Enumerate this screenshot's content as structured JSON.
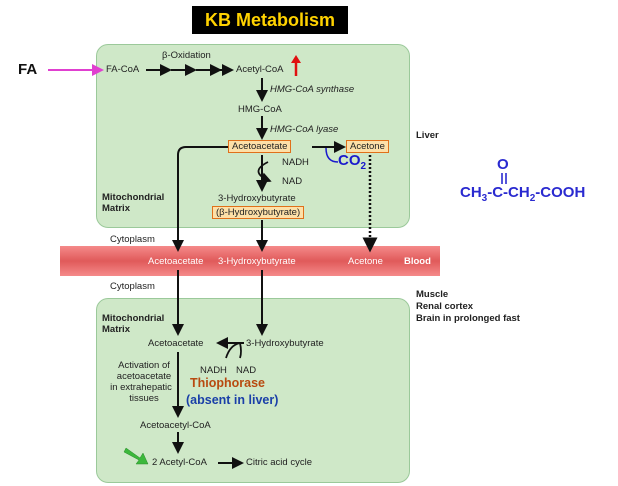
{
  "title": "KB Metabolism",
  "fa": "FA",
  "liver": {
    "fa_coa": "FA-CoA",
    "beta_oxidation": "β-Oxidation",
    "acetyl_coa": "Acetyl-CoA",
    "hmg_synthase": "HMG-CoA synthase",
    "hmg_coa": "HMG-CoA",
    "hmg_lyase": "HMG-CoA lyase",
    "acetoacetate": "Acetoacetate",
    "acetone": "Acetone",
    "co2": "CO",
    "co2_sub": "2",
    "nadh": "NADH",
    "nad": "NAD",
    "hydroxybutyrate": "3-Hydroxybutyrate",
    "beta_hydroxybutyrate": "(β-Hydroxybutyrate)",
    "mito_matrix_1": "Mitochondrial",
    "mito_matrix_2": "Matrix",
    "liver_label": "Liver"
  },
  "cytoplasm_top": "Cytoplasm",
  "blood": {
    "acetoacetate": "Acetoacetate",
    "hydroxybutyrate": "3-Hydroxybutyrate",
    "acetone": "Acetone",
    "label": "Blood"
  },
  "cytoplasm_bottom": "Cytoplasm",
  "tissues": [
    "Muscle",
    "Renal cortex",
    "Brain in prolonged fast"
  ],
  "extrahepatic": {
    "mito_matrix_1": "Mitochondrial",
    "mito_matrix_2": "Matrix",
    "acetoacetate": "Acetoacetate",
    "hydroxybutyrate": "3-Hydroxybutyrate",
    "nadh": "NADH",
    "nad": "NAD",
    "activation": [
      "Activation of",
      "acetoacetate",
      "in extrahepatic",
      "tissues"
    ],
    "thiophorase": "Thiophorase",
    "absent_in_liver": "(absent in liver)",
    "acetoacetyl_coa": "Acetoacetyl-CoA",
    "two_acetyl_coa": "2 Acetyl-CoA",
    "citric_acid_cycle": "Citric acid cycle"
  },
  "structure": {
    "o": "O",
    "formula_parts": [
      "CH",
      "3",
      "-C-CH",
      "2",
      "-COOH"
    ]
  },
  "colors": {
    "fa_arrow": "#e040d0",
    "acetyl_up_arrow": "#e01010",
    "co2": "#1a1acc",
    "thiophorase": "#b84a10",
    "absent": "#1a3fa8",
    "structure": "#2a2ad0",
    "green_arrow": "#3cb83c"
  }
}
